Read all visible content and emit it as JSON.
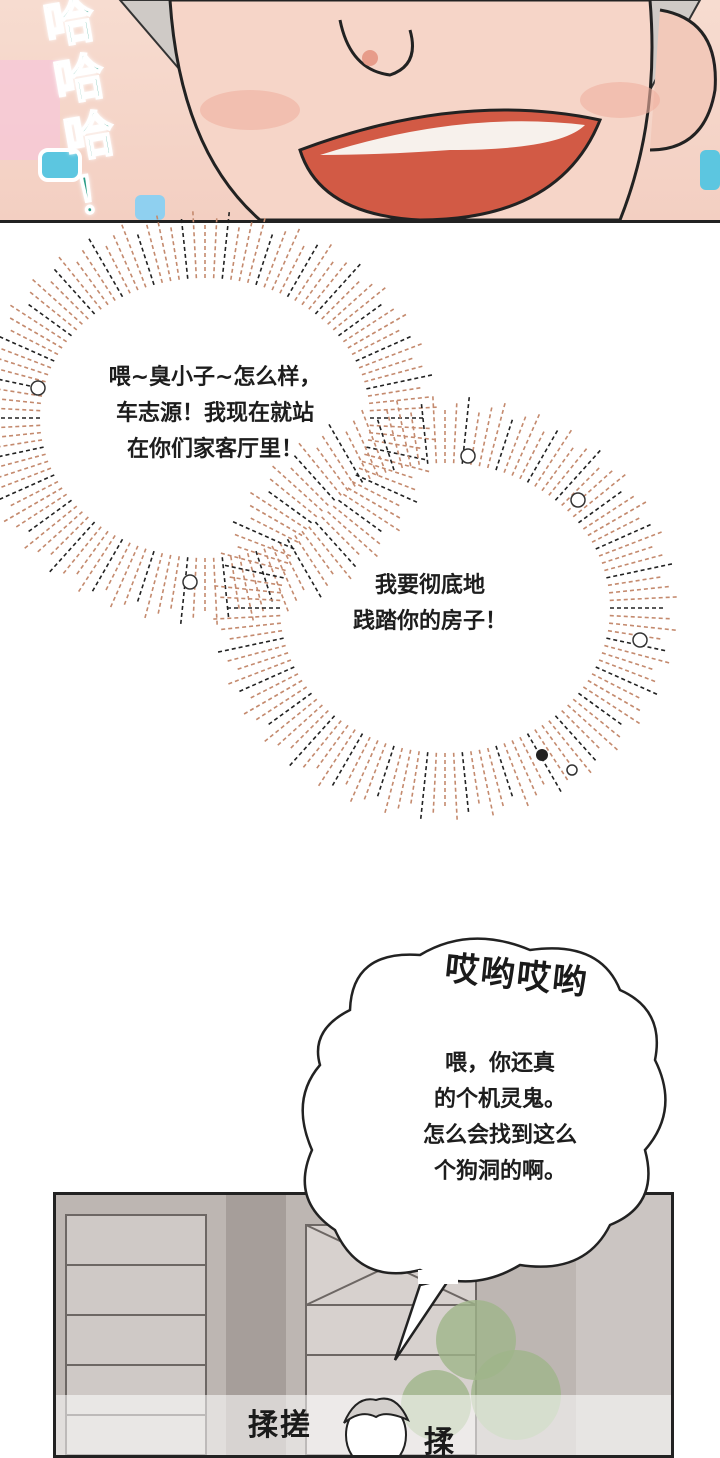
{
  "panels": {
    "top": {
      "sfx_laugh": "哈\n哈\n哈\n！"
    },
    "bottom": {
      "sfx_rub": "揉搓",
      "sfx_rub_partial": "揉"
    }
  },
  "bubbles": {
    "burst_1": {
      "text": "喂~臭小子~怎么样，\n车志源！我现在就站\n在你们家客厅里！"
    },
    "burst_2": {
      "text": "我要彻底地\n践踏你的房子！"
    },
    "cloud_1": {
      "shout": "哎哟哎哟",
      "text": "喂，你还真\n的个机灵鬼。\n怎么会找到这么\n个狗洞的啊。"
    }
  },
  "colors": {
    "sfx_green": "#2a9c86",
    "skin": "#f3cfc2",
    "mouth_red": "#d25a45",
    "burst_lines": "#c48a6e"
  }
}
